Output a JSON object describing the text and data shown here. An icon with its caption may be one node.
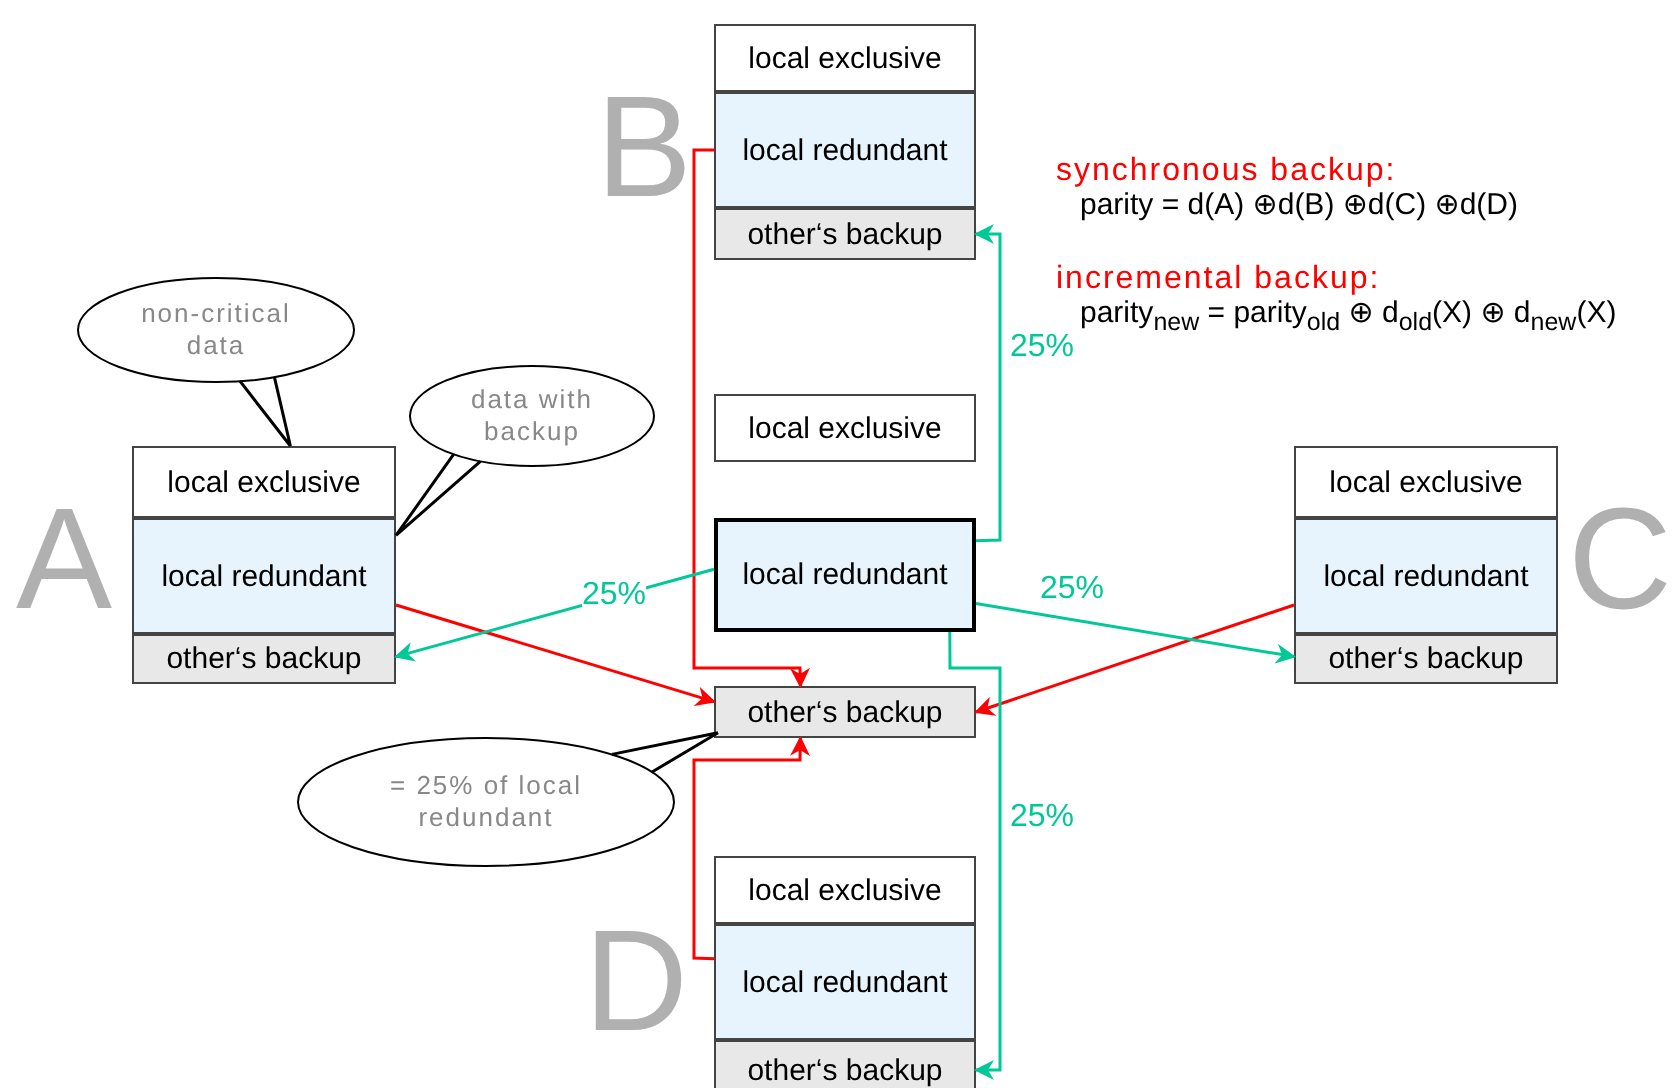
{
  "diagram": {
    "nodes": [
      {
        "text": [
          "local exclusive"
        ]
      },
      {
        "text": [
          "local redundant"
        ]
      },
      {
        "text": [
          "other‘s backup"
        ]
      },
      {
        "text": [
          "non-critical data"
        ]
      },
      {
        "text": [
          "data with backup"
        ]
      },
      {
        "text": [
          "local exclusive"
        ]
      },
      {
        "text": [
          "local exclusive"
        ]
      },
      {
        "text": [
          "local exclusive"
        ]
      },
      {
        "text": [
          "local redundant"
        ]
      },
      {
        "text": [
          "local redundant"
        ]
      },
      {
        "text": [
          "local redundant"
        ]
      },
      {
        "text": [
          "other‘s backup"
        ]
      },
      {
        "text": [
          "other‘s backup"
        ]
      },
      {
        "text": [
          "other‘s backup"
        ]
      },
      {
        "text": [
          "= 25% of local redundant"
        ]
      },
      {
        "text": [
          "local exclusive"
        ]
      },
      {
        "text": [
          "local redundant"
        ]
      },
      {
        "text": [
          "other‘s backup"
        ]
      }
    ],
    "edges": [
      {
        "from": 1,
        "to": 13,
        "arrow": "to",
        "color": "#ff0000"
      },
      {
        "from": 8,
        "to": 13,
        "arrow": "to",
        "color": "#ff0000"
      },
      {
        "from": 10,
        "to": 13,
        "arrow": "to",
        "color": "#ff0000"
      },
      {
        "from": 16,
        "to": 13,
        "arrow": "to",
        "color": "#ff0000"
      },
      {
        "from": 9,
        "to": 2,
        "arrow": "to",
        "label": "25%",
        "color": "#00c896"
      },
      {
        "from": 9,
        "to": 11,
        "arrow": "to",
        "label": "25%",
        "color": "#00c896"
      },
      {
        "from": 9,
        "to": 12,
        "arrow": "to",
        "label": "25%",
        "color": "#00c896"
      },
      {
        "from": 9,
        "to": 17,
        "arrow": "to",
        "label": "25%",
        "color": "#00c896"
      },
      {
        "from": 3,
        "to": 6,
        "arrow": "none",
        "color": "#000000"
      },
      {
        "from": 4,
        "to": 8,
        "arrow": "none",
        "color": "#000000"
      },
      {
        "from": 14,
        "to": 13,
        "arrow": "none",
        "color": "#000000"
      }
    ],
    "labels": [
      "B",
      "synchronous backup:",
      "parity = d(A) ⊕d(B) ⊕d(C) ⊕d(D)",
      "incremental backup:",
      "parity$_{new}$ = parity$_{old}$ ⊕ d$_{old}$(X) ⊕ d$_{new}$(X)",
      "A",
      "C",
      "D"
    ]
  }
}
